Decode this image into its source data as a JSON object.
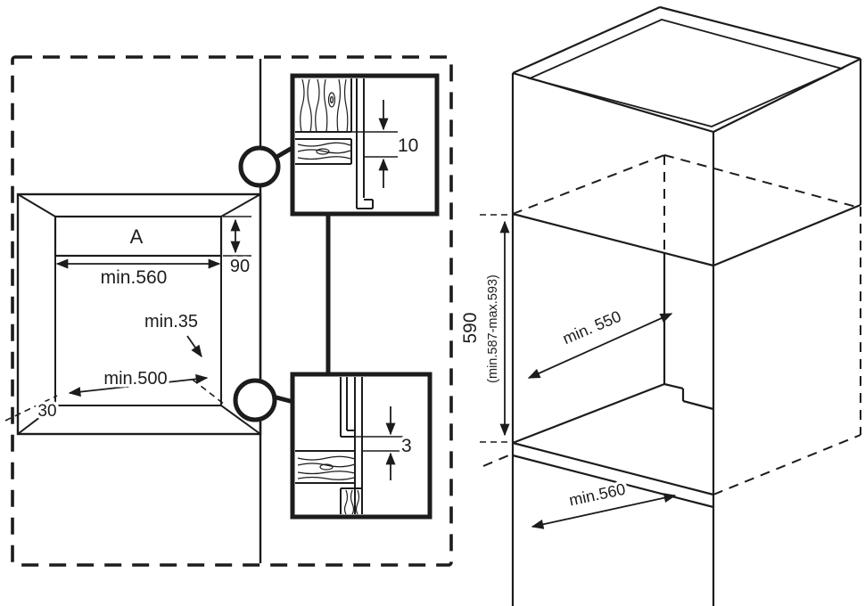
{
  "colors": {
    "ink": "#1c1c1c",
    "paper": "#ffffff"
  },
  "left_figure": {
    "vent_label": "A",
    "dim_width": "min.560",
    "dim_vent_height": "90",
    "dim_rear_clearance": "min.35",
    "dim_floor_depth": "min.500",
    "dim_front_strip": "30"
  },
  "details": {
    "top_gap_mm": "10",
    "bottom_gap_mm": "3"
  },
  "cabinet_figure": {
    "dim_niche_height": "590",
    "dim_niche_height_range": "(min.587-max.593)",
    "dim_niche_depth": "min. 550",
    "dim_cabinet_depth": "min.560"
  }
}
